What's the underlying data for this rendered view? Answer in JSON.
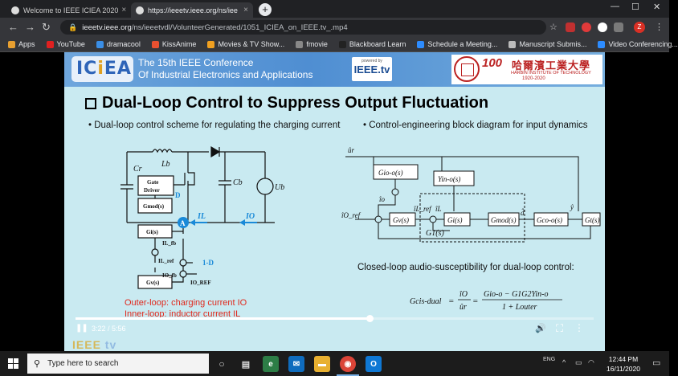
{
  "browser": {
    "tabs": [
      {
        "label": "Welcome to IEEE ICIEA 2020",
        "close": "×"
      },
      {
        "label": "https://ieeetv.ieee.org/ns/iee",
        "close": "×"
      }
    ],
    "new_tab": "+",
    "window_controls": {
      "minimize": "—",
      "maximize": "☐",
      "close": "✕"
    },
    "nav": {
      "back": "←",
      "forward": "→",
      "reload": "↻"
    },
    "address": {
      "host": "ieeetv.ieee.org",
      "path": "/ns/ieeetvdl/VolunteerGenerated/1051_ICIEA_on_IEEE.tv_.mp4"
    },
    "profile_initial": "Z",
    "bookmarks": [
      {
        "label": "Apps",
        "color": "#e8a030"
      },
      {
        "label": "YouTube",
        "color": "#e02020"
      },
      {
        "label": "dramacool",
        "color": "#3a8ee6"
      },
      {
        "label": "KissAnime",
        "color": "#e85030"
      },
      {
        "label": "Movies & TV Show...",
        "color": "#f0a020"
      },
      {
        "label": "fmovie",
        "color": "#888888"
      },
      {
        "label": "Blackboard Learn",
        "color": "#222222"
      },
      {
        "label": "Schedule a Meeting...",
        "color": "#2d8cff"
      },
      {
        "label": "Manuscript Submis...",
        "color": "#bbbbbb"
      },
      {
        "label": "Video Conferencing...",
        "color": "#2d8cff"
      }
    ]
  },
  "slide": {
    "logo": {
      "a": "IC",
      "b": "i",
      "c": "EA"
    },
    "conference_line1": "The 15th IEEE Conference",
    "conference_line2": "Of Industrial Electronics and Applications",
    "ieeetv": {
      "powered": "powered by",
      "brand": "IEEE.tv"
    },
    "hit": {
      "hundred": "100",
      "chinese": "哈爾濱工業大學",
      "english": "HARBIN INSTITUTE OF TECHNOLOGY",
      "years": "1920-2020"
    },
    "title": "Dual-Loop Control to Suppress Output Fluctuation",
    "bullet_left": "•   Dual-loop control scheme for regulating the charging current",
    "bullet_right": "•   Control-engineering block diagram for input dynamics",
    "circuit": {
      "cr": "Cr",
      "lb": "Lb",
      "cb": "Cb",
      "ub": "Ub",
      "gate_driver_1": "Gate",
      "gate_driver_2": "Driver",
      "d": "D",
      "gmod": "Gmod(s)",
      "ammeter": "A",
      "il": "IL",
      "io": "IO",
      "gi": "Gi(s)",
      "il_fb": "IL_fb",
      "il_ref": "IL_ref",
      "one_minus_d": "1-D",
      "io_fb": "IO_fb",
      "io_ref": "IO_REF",
      "gv": "Gv(s)"
    },
    "block": {
      "ur": "ûr",
      "gio": "Gio-o(s)",
      "yin": "Yin-o(s)",
      "io_in": "îo",
      "io_ref": "îO_ref",
      "gv": "Gv(s)",
      "il_ref": "îL_ref",
      "il": "îL",
      "gi": "Gi(s)",
      "gmod": "Gmod(s)",
      "dhat": "d̂",
      "gco": "Gco-o(s)",
      "yhat": "ŷ",
      "gt": "Gt(s)",
      "g1": "G1(s)"
    },
    "caption": "Closed-loop audio-susceptibility for dual-loop control:",
    "formula": {
      "lhs": "Gcis-dual",
      "frac_top": "îO",
      "frac_bot": "ûr",
      "num": "Gio-o − G1G2Yin-o",
      "den": "1 + Louter"
    },
    "outer_loop": "Outer-loop: charging current IO",
    "inner_loop": "Inner-loop: inductor current IL"
  },
  "player": {
    "time": "3:22 / 5:56",
    "progress": 0.567,
    "play_icon": "pause-icon",
    "watermark_a": "IEEE",
    "watermark_b": "tv"
  },
  "taskbar": {
    "search_placeholder": "Type here to search",
    "lang": "ENG",
    "time": "12:44 PM",
    "date": "16/11/2020"
  }
}
